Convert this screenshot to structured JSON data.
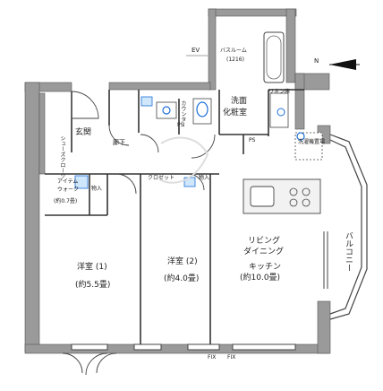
{
  "compass": {
    "north_label": "N"
  },
  "ev_label": "EV",
  "rooms": {
    "bathroom": {
      "name": "バスルーム",
      "size": "(1216)"
    },
    "washroom": {
      "line1": "洗面",
      "line2": "化粧室"
    },
    "linen": "リネン庫",
    "counter": "カウンター",
    "entrance": "玄関",
    "shoes_cloak": "シューズクローク",
    "corridor": "廊下",
    "ps": "PS",
    "ps2": "PS",
    "closet_a": "クロゼット",
    "closet_b": "物入",
    "storage_small": "物入",
    "outdoor_machine": "洗濯機置場",
    "western1": {
      "name": "洋室 (1)",
      "size": "(約5.5畳)"
    },
    "western2": {
      "name": "洋室 (2)",
      "size": "(約4.0畳)"
    },
    "ldk": {
      "line1": "リビング",
      "line2": "ダイニング",
      "line3": "キッチン",
      "size": "(約10.0畳)"
    },
    "balcony": "バルコニー",
    "wic": {
      "line1": "アイテム",
      "line2": "ウォーク",
      "size": "(約0.7畳)"
    },
    "fix1": "FIX",
    "fix2": "FIX"
  }
}
